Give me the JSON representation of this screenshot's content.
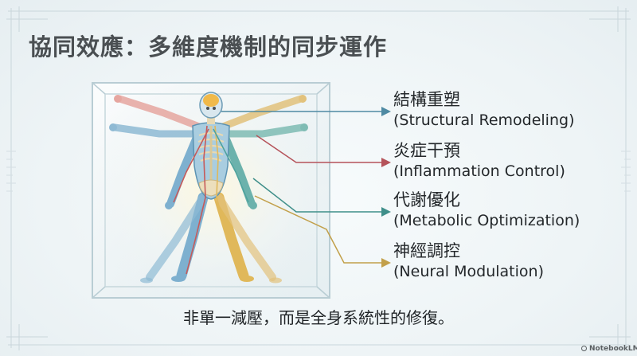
{
  "title": "協同效應：多維度機制的同步運作",
  "labels": [
    {
      "zh": "結構重塑",
      "en": "(Structural Remodeling)",
      "color": "#4e8aa3"
    },
    {
      "zh": "炎症干預",
      "en": "(Inflammation Control)",
      "color": "#b5535a"
    },
    {
      "zh": "代謝優化",
      "en": "(Metabolic Optimization)",
      "color": "#3f8f8a"
    },
    {
      "zh": "神經調控",
      "en": "(Neural Modulation)",
      "color": "#c2a04a"
    }
  ],
  "caption": "非單一減壓，而是全身系統性的修復。",
  "badge": "NotebookLM",
  "colors": {
    "skeleton": "#e7d9b4",
    "muscle_blue": "#6fa6c9",
    "vessel_red": "#c65a5a",
    "nerve_gold": "#e0b85a",
    "teal": "#4fa39e"
  }
}
